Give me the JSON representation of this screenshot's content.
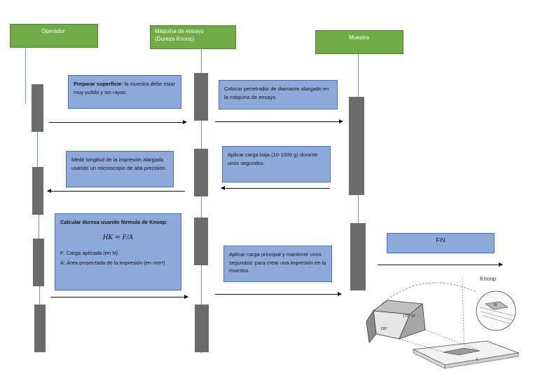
{
  "headers": {
    "operador": "Operador",
    "maquina_line1": "Máquina de ensayo",
    "maquina_line2": "(Dureza Knoop)",
    "muestra": "Muestra"
  },
  "notes": {
    "preparar_bold": "Preparar superficie",
    "preparar_rest": ": la muestra debe estar muy pulida y sin rayas.",
    "colocar": "Colocar penetrador de diamante alargado en la máquina de ensayo.",
    "medir": "Medir longitud de la impresión alargada usando un microscopio de alta precisión.",
    "aplicar_baja": "Aplicar carga baja (10-1000 g) durante unos segundos.",
    "calcular_bold": "Calcular dureza usando fórmula de Knoop",
    "calcular_colon": ":",
    "formula": "HK = F/A",
    "f_def": "F: Carga aplicada (en N)",
    "a_def": "A: Área proyectada de la impresión (en mm²)",
    "aplicar_principal": "Aplicar carga principal y mantener unos segundos: para crear una impresión en la muestra."
  },
  "fin": "FIN",
  "illustration": {
    "title": "Knoop",
    "angle1": "172° 30'",
    "angle2": "130°",
    "label_l": "L",
    "label_w": "W"
  },
  "colors": {
    "header_green": "#6fac46",
    "note_blue": "#8eaadb",
    "activation_gray": "#6b6b6b",
    "lifeline_blue": "#5b9bd5"
  }
}
